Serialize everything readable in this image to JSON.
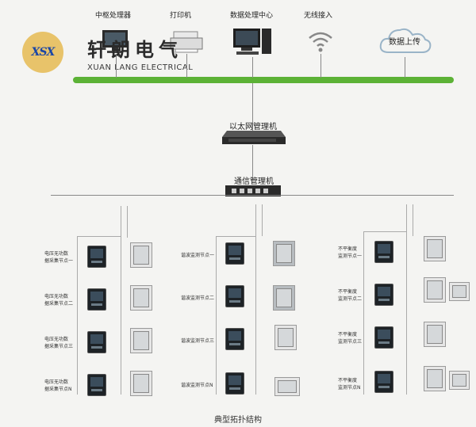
{
  "brand": {
    "logo_text": "XSX",
    "cn": "轩朗电气",
    "en": "XUAN LANG ELECTRICAL"
  },
  "top_devices": [
    "中枢处理器",
    "打印机",
    "数据处理中心",
    "无线接入",
    "数据上传"
  ],
  "cloud_label": "数据上传",
  "ethernet_switch_label": "以太网管理机",
  "comm_manager_label": "通信管理机",
  "groups": [
    {
      "labels": [
        "电压无功数\n据采集节点一",
        "电压无功数\n据采集节点二",
        "电压无功数\n据采集节点三",
        "电压无功数\n据采集节点N"
      ]
    },
    {
      "labels": [
        "谐波监测节点一",
        "谐波监测节点二",
        "谐波监测节点三",
        "谐波监测节点N"
      ]
    },
    {
      "labels": [
        "不平衡度\n监测节点一",
        "不平衡度\n监测节点二",
        "不平衡度\n监测节点三",
        "不平衡度\n监测节点N"
      ]
    }
  ],
  "caption": "典型拓扑结构",
  "colors": {
    "bus": "#5cb236",
    "logo_bg": "#e8c36a",
    "logo_text": "#1a46a6"
  }
}
